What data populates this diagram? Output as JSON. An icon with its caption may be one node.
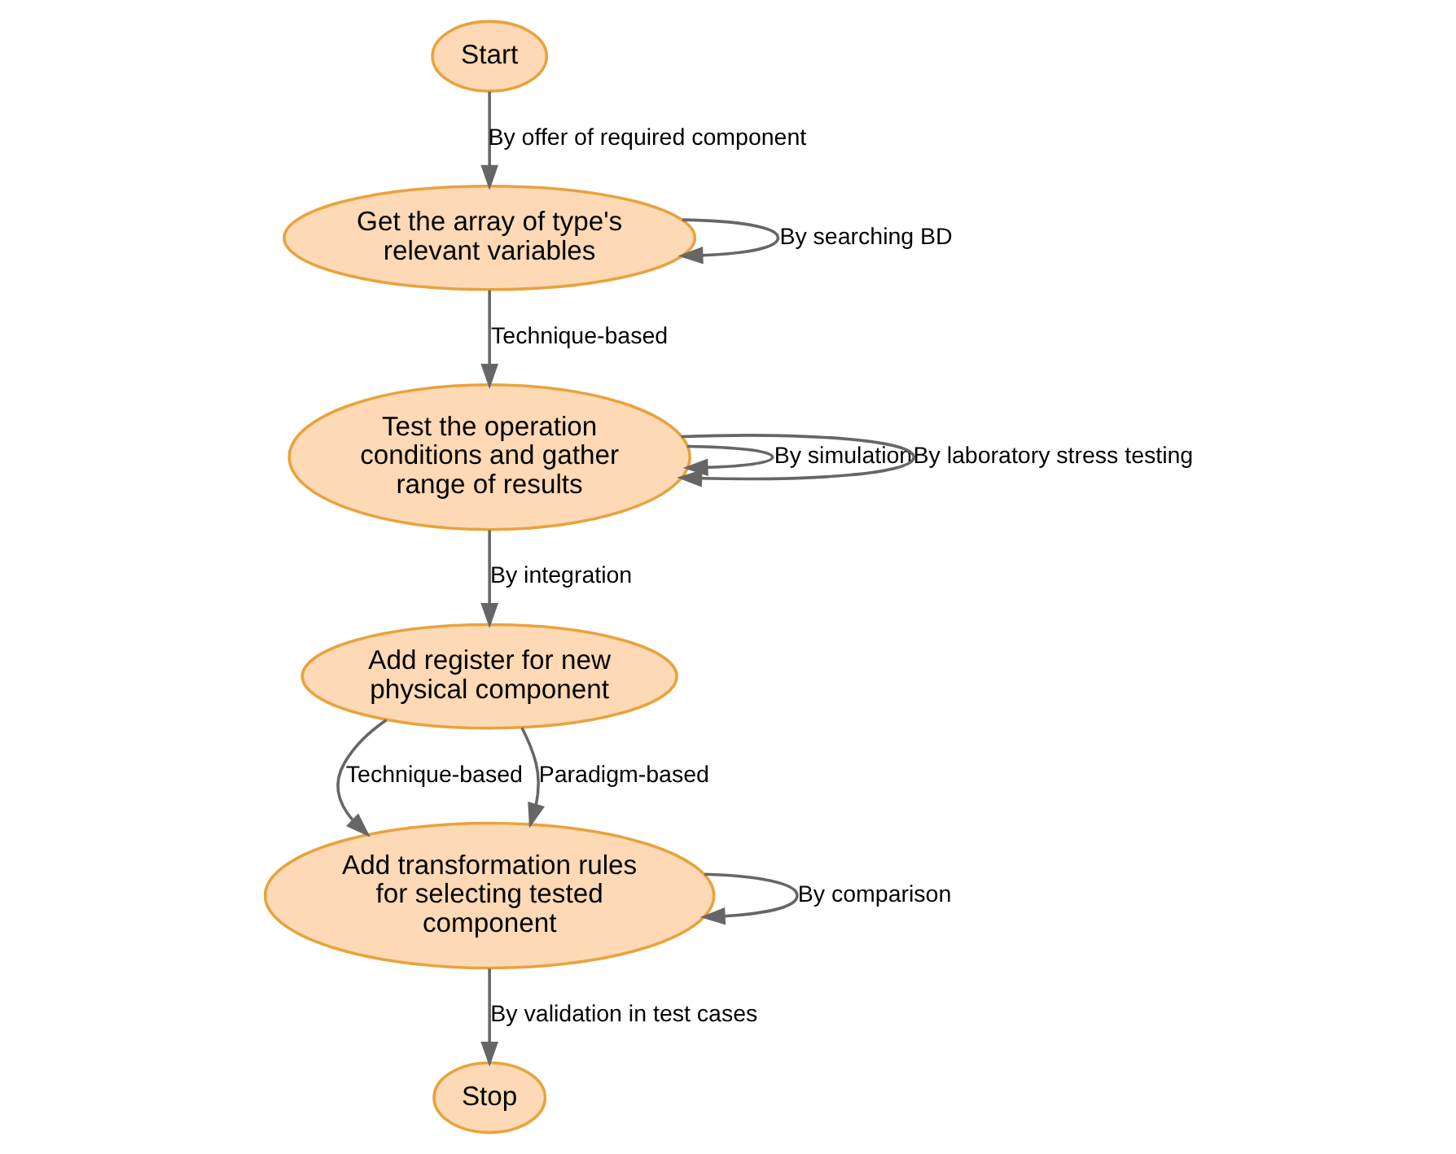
{
  "diagram": {
    "nodes": [
      {
        "text": [
          "Start"
        ]
      },
      {
        "text": [
          "Get the array of type's relevant variables"
        ]
      },
      {
        "text": [
          "Test the operation conditions and gather range of results"
        ]
      },
      {
        "text": [
          "Add register for new physical component"
        ]
      },
      {
        "text": [
          "Add transformation rules for selecting tested component"
        ]
      },
      {
        "text": [
          "Stop"
        ]
      }
    ],
    "edges": [
      {
        "from": 0,
        "to": 1,
        "arrow": "to",
        "label": "By offer of required component"
      },
      {
        "from": 1,
        "to": 1,
        "arrow": "to",
        "label": "By searching BD"
      },
      {
        "from": 1,
        "to": 2,
        "arrow": "to",
        "label": "Technique-based"
      },
      {
        "from": 2,
        "to": 2,
        "arrow": "to",
        "label": "By simulation"
      },
      {
        "from": 2,
        "to": 2,
        "arrow": "to",
        "label": "By laboratory stress testing"
      },
      {
        "from": 2,
        "to": 3,
        "arrow": "to",
        "label": "By integration"
      },
      {
        "from": 3,
        "to": 4,
        "arrow": "to",
        "label": "Technique-based"
      },
      {
        "from": 3,
        "to": 4,
        "arrow": "to",
        "label": "Paradigm-based"
      },
      {
        "from": 4,
        "to": 4,
        "arrow": "to",
        "label": "By comparison"
      },
      {
        "from": 4,
        "to": 5,
        "arrow": "to",
        "label": "By validation in test cases"
      }
    ]
  }
}
